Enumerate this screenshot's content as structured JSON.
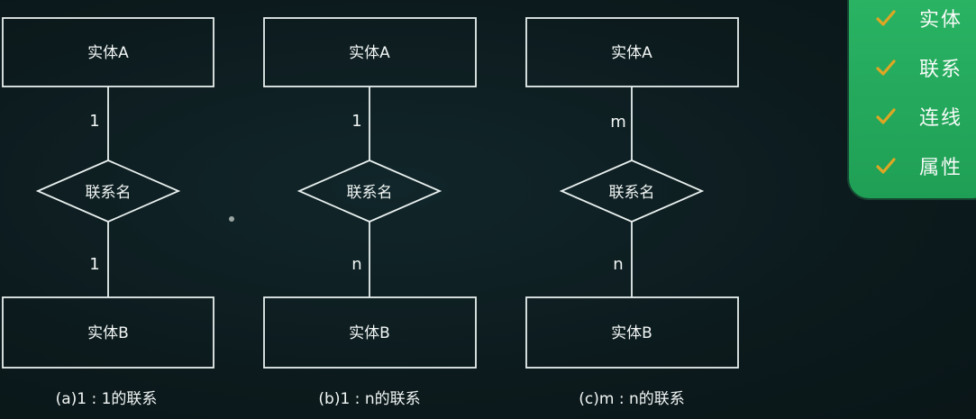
{
  "diagrams": [
    {
      "top_entity": "实体A",
      "top_cardinality": "1",
      "relationship": "联系名",
      "bottom_cardinality": "1",
      "bottom_entity": "实体B",
      "caption": "(a)1 : 1的联系"
    },
    {
      "top_entity": "实体A",
      "top_cardinality": "1",
      "relationship": "联系名",
      "bottom_cardinality": "n",
      "bottom_entity": "实体B",
      "caption": "(b)1 : n的联系"
    },
    {
      "top_entity": "实体A",
      "top_cardinality": "m",
      "relationship": "联系名",
      "bottom_cardinality": "n",
      "bottom_entity": "实体B",
      "caption": "(c)m : n的联系"
    }
  ],
  "legend": {
    "items": [
      "实体",
      "联系",
      "连线",
      "属性"
    ],
    "check_color": "#e0a623",
    "panel_color": "#25ab5d"
  },
  "colors": {
    "background": "#0d1a1d",
    "stroke": "#e9f0ef"
  }
}
